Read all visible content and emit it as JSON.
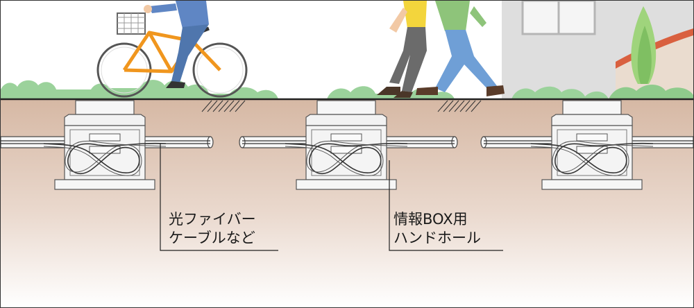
{
  "labels": {
    "cable": {
      "line1": "光ファイバー",
      "line2": "ケーブルなど"
    },
    "handhole": {
      "line1": "情報BOX用",
      "line2": "ハンドホール"
    }
  },
  "colors": {
    "sky": "#ffffff",
    "soil_top": "#d8bcaa",
    "soil_bottom": "#ffffff",
    "ground_line": "#222222",
    "grass": "#8fc98f",
    "grass_dark": "#6aaf74",
    "building": "#d9d9d9",
    "bicycle": "#f0961e",
    "person_yellow": "#f3d53c",
    "person_green": "#8ec47a",
    "jeans": "#5b7fb0",
    "box_fill": "#f4f4f4",
    "box_stroke": "#555555"
  }
}
